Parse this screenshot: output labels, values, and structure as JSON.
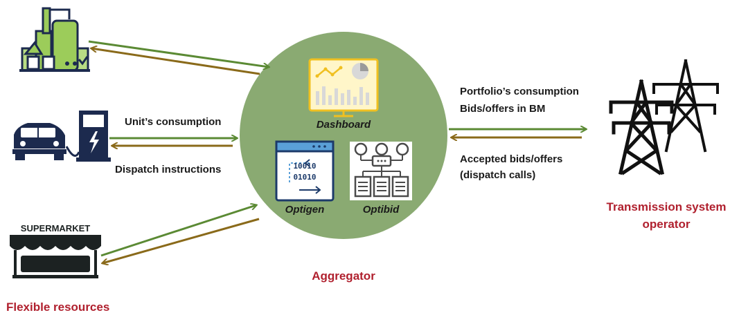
{
  "labels": {
    "units_consumption": "Unit’s consumption",
    "dispatch_instructions": "Dispatch instructions",
    "portfolio_consumption": "Portfolio’s consumption",
    "bids_offers": "Bids/offers in BM",
    "accepted_bids": "Accepted bids/offers",
    "dispatch_calls": "(dispatch calls)"
  },
  "aggregator": {
    "title": "Aggregator",
    "tools": {
      "dashboard": "Dashboard",
      "optigen": "Optigen",
      "optibid": "Optibid"
    },
    "optigen_binary_1": "10010",
    "optigen_binary_2": "01010"
  },
  "resources": {
    "title": "Flexible resources",
    "supermarket_sign": "SUPERMARKET",
    "icons": [
      "factory-icon",
      "ev-charger-icon",
      "supermarket-icon"
    ]
  },
  "tso": {
    "title_line1": "Transmission system",
    "title_line2": "operator",
    "icon": "transmission-tower-icon"
  },
  "colors": {
    "arrow_green": "#5b8a34",
    "arrow_brown": "#8a6a1a",
    "aggregator_fill": "#8aaa72",
    "red_title": "#b0202e",
    "icon_green": "#9ccc5a",
    "icon_navy": "#1c2a4e"
  }
}
